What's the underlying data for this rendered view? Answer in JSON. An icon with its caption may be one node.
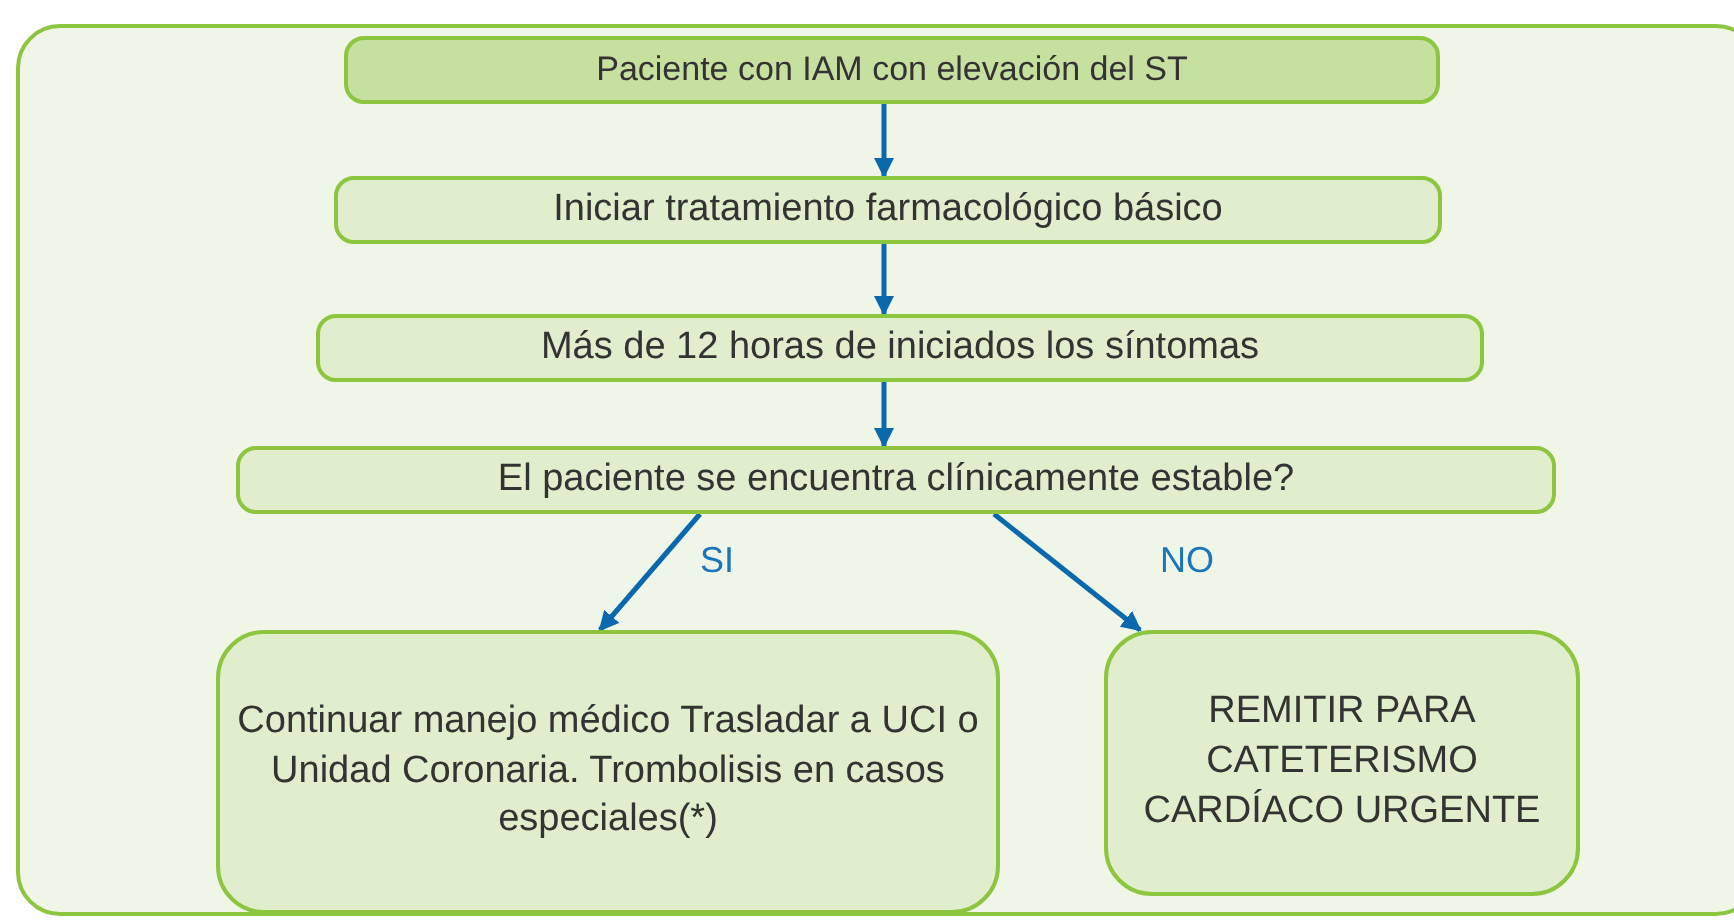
{
  "diagram": {
    "nodes": [
      {
        "text": [],
        "shape": "box"
      },
      {
        "text": [
          "Paciente con IAM con elevación del ST"
        ],
        "in": 0
      },
      {
        "text": [
          "Iniciar tratamiento farmacológico básico"
        ],
        "in": 0
      },
      {
        "text": [
          "Más de 12 horas de iniciados los síntomas"
        ],
        "in": 0
      },
      {
        "text": [
          "El paciente se encuentra clínicamente estable?"
        ],
        "in": 0
      },
      {
        "text": [
          "Continuar manejo médico Trasladar a UCI o Unidad Coronaria. Trombolisis en casos especiales(*)"
        ],
        "in": 0
      },
      {
        "text": [
          "REMITIR PARA CATETERISMO CARDÍACO URGENTE"
        ],
        "in": 0
      }
    ],
    "edges": [
      {
        "from": 1,
        "to": 2,
        "arrow": "to"
      },
      {
        "from": 2,
        "to": 3,
        "arrow": "to"
      },
      {
        "from": 3,
        "to": 4,
        "arrow": "to"
      },
      {
        "from": 4,
        "to": 5,
        "arrow": "to",
        "label": "SI"
      },
      {
        "from": 4,
        "to": 6,
        "arrow": "to",
        "label": "NO"
      }
    ]
  }
}
